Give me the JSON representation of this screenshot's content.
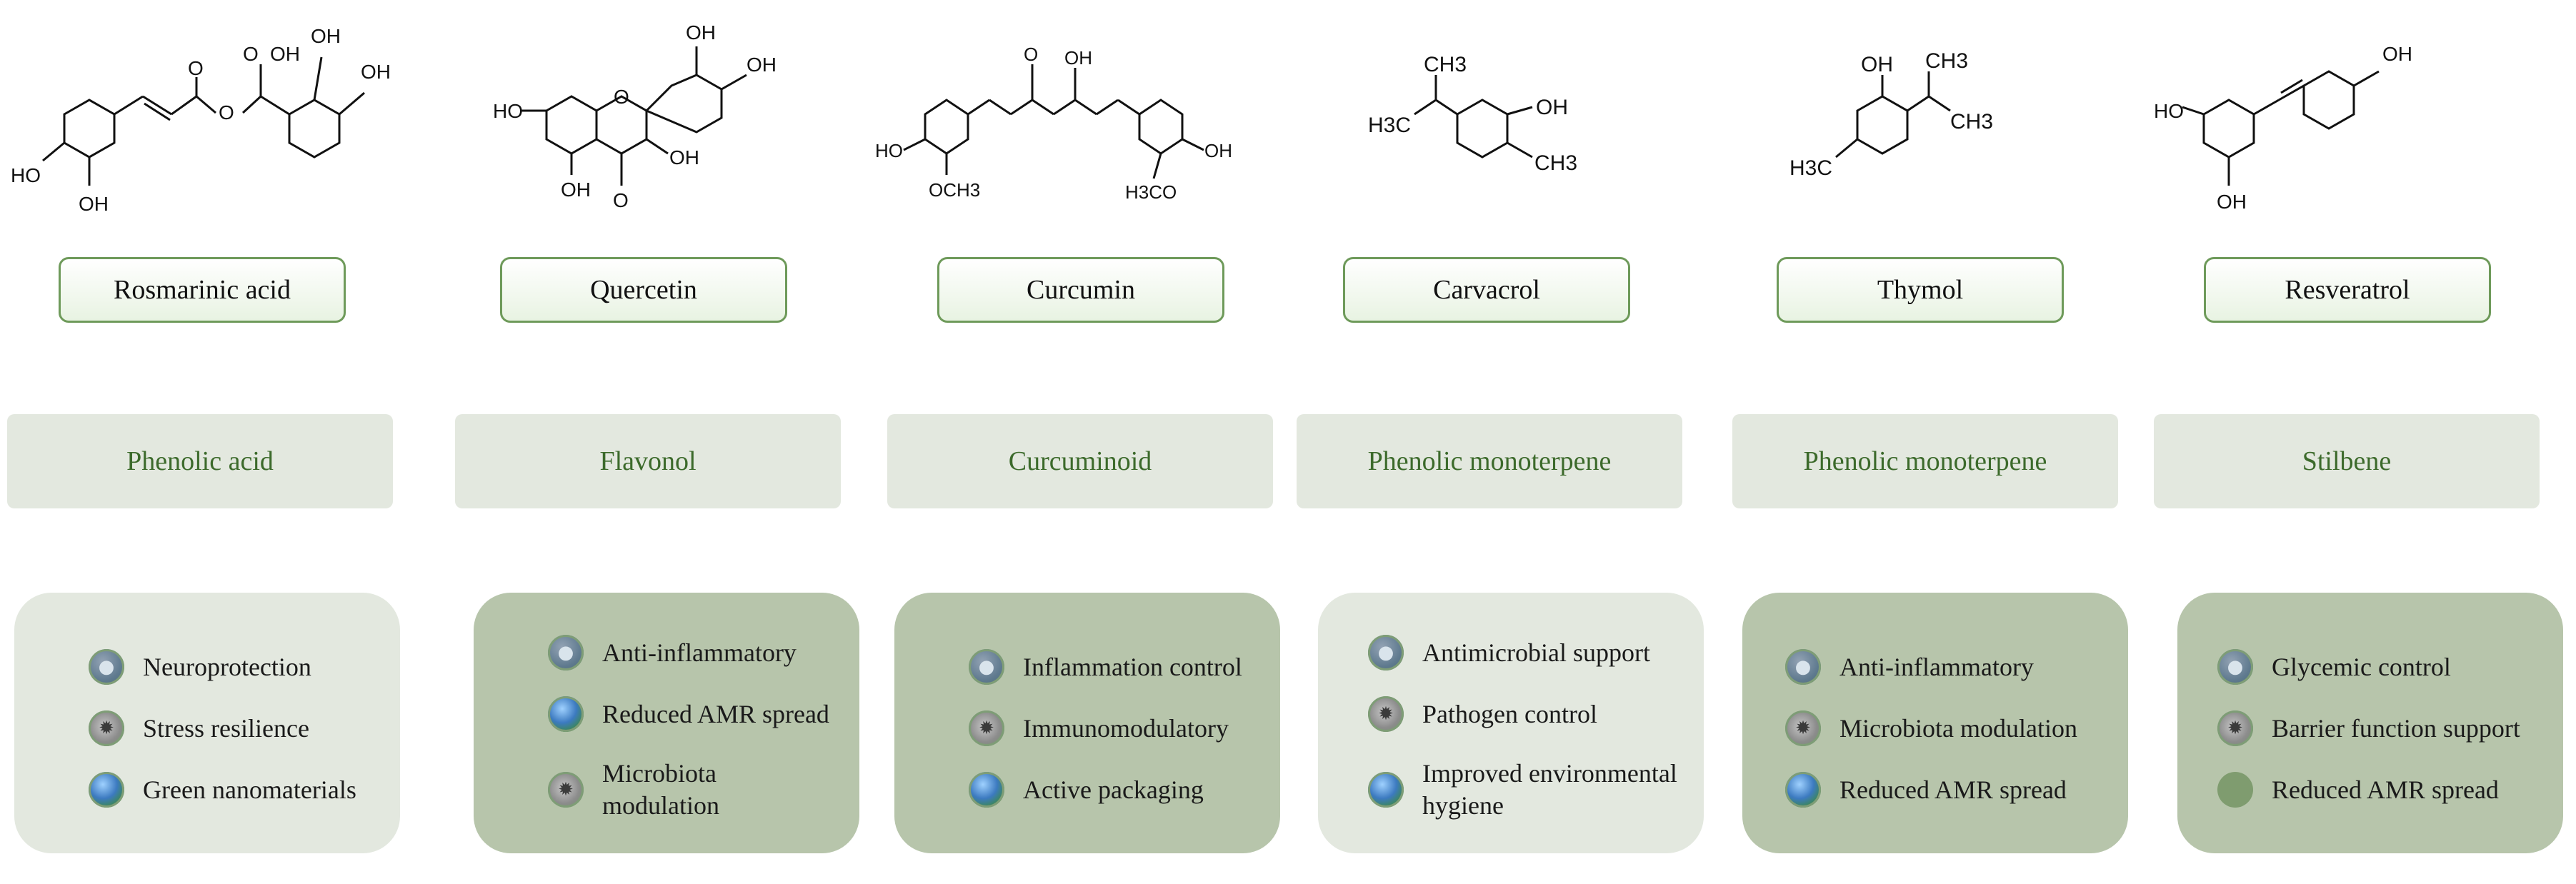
{
  "compounds": [
    {
      "name": "Rosmarinic acid",
      "class": "Phenolic acid",
      "style": "light",
      "features": [
        {
          "label": "Neuroprotection",
          "icon": "person-icon"
        },
        {
          "label": "Stress resilience",
          "icon": "animal-icon"
        },
        {
          "label": "Green nanomaterials",
          "icon": "globe-icon"
        }
      ],
      "atoms": [
        "HO",
        "OH",
        "O",
        "O",
        "O",
        "OH",
        "OH",
        "OH"
      ]
    },
    {
      "name": "Quercetin",
      "class": "Flavonol",
      "style": "dark",
      "features": [
        {
          "label": "Anti-inflammatory",
          "icon": "person-icon"
        },
        {
          "label": "Reduced AMR spread",
          "icon": "globe-icon"
        },
        {
          "label": "Microbiota modulation",
          "icon": "animal-icon"
        }
      ],
      "atoms": [
        "OH",
        "OH",
        "HO",
        "O",
        "OH",
        "OH",
        "O"
      ]
    },
    {
      "name": "Curcumin",
      "class": "Curcuminoid",
      "style": "dark",
      "features": [
        {
          "label": "Inflammation control",
          "icon": "person-icon"
        },
        {
          "label": "Immunomodulatory",
          "icon": "animal-icon"
        },
        {
          "label": "Active packaging",
          "icon": "globe-icon"
        }
      ],
      "atoms": [
        "O",
        "OH",
        "HO",
        "OCH3",
        "H3CO",
        "OH"
      ]
    },
    {
      "name": "Carvacrol",
      "class": "Phenolic monoterpene",
      "style": "light",
      "features": [
        {
          "label": "Antimicrobial support",
          "icon": "person-icon"
        },
        {
          "label": "Pathogen control",
          "icon": "animal-icon"
        },
        {
          "label": "Improved environmental hygiene",
          "icon": "globe-icon"
        }
      ],
      "atoms": [
        "CH3",
        "H3C",
        "OH",
        "CH3"
      ]
    },
    {
      "name": "Thymol",
      "class": "Phenolic monoterpene",
      "style": "dark",
      "features": [
        {
          "label": "Anti-inflammatory",
          "icon": "person-icon"
        },
        {
          "label": "Microbiota modulation",
          "icon": "animal-icon"
        },
        {
          "label": "Reduced AMR spread",
          "icon": "globe-icon"
        }
      ],
      "atoms": [
        "OH",
        "CH3",
        "CH3",
        "H3C"
      ]
    },
    {
      "name": "Resveratrol",
      "class": "Stilbene",
      "style": "dark",
      "features": [
        {
          "label": "Glycemic control",
          "icon": "person-icon"
        },
        {
          "label": "Barrier function support",
          "icon": "animal-icon"
        },
        {
          "label": "Reduced AMR spread",
          "icon": "globe-icon"
        }
      ],
      "atoms": [
        "OH",
        "HO",
        "OH"
      ]
    }
  ],
  "colors": {
    "name_border": "#6e9a5a",
    "class_text": "#3c6a2b",
    "panel_light": "#e3e8df",
    "panel_dark": "#b7c5ab"
  }
}
